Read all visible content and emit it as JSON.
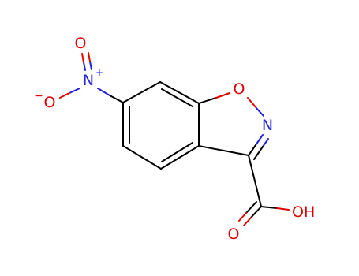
{
  "molecule": {
    "atoms": {
      "oxygen_nitro_top": "O",
      "nitrogen_nitro": "N",
      "oxygen_nitro_bottom": "O",
      "oxygen_ring": "O",
      "nitrogen_ring": "N",
      "oxygen_carbonyl": "O",
      "hydroxyl": "OH"
    },
    "charges": {
      "nitrogen_nitro": "+",
      "oxygen_nitro_bottom": "−"
    }
  },
  "colors": {
    "bond": "#000000",
    "oxygen": "#e00000",
    "nitrogen": "#2020e0"
  }
}
